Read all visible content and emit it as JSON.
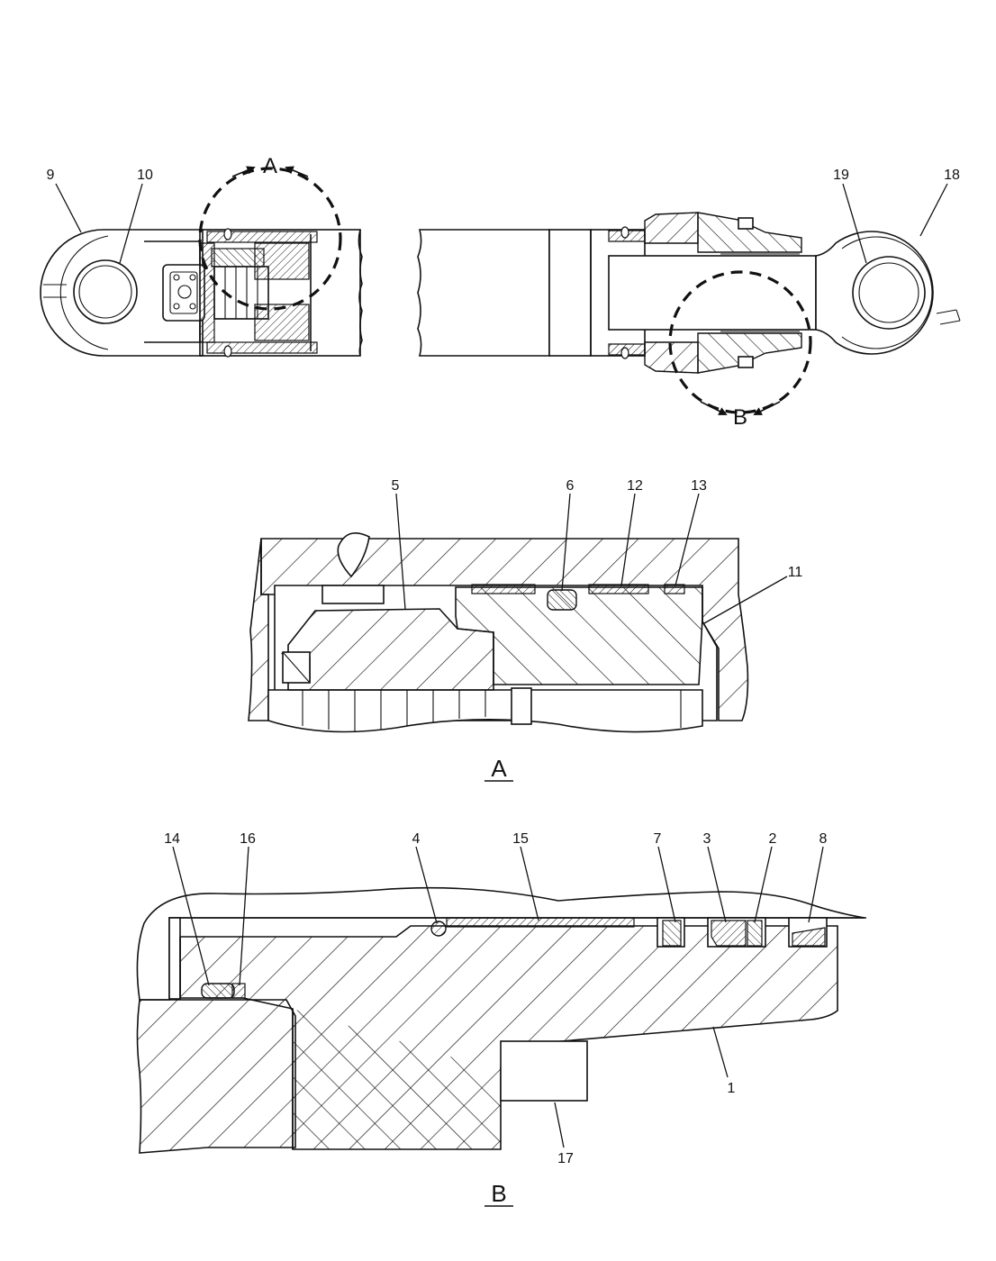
{
  "callouts": {
    "c9": "9",
    "c10": "10",
    "c19": "19",
    "c18": "18",
    "c5": "5",
    "c6": "6",
    "c12": "12",
    "c13": "13",
    "c11": "11",
    "c14": "14",
    "c16": "16",
    "c4": "4",
    "c15": "15",
    "c7": "7",
    "c3": "3",
    "c2": "2",
    "c8": "8",
    "c1": "1",
    "c17": "17"
  },
  "detail_markers": {
    "a": "A",
    "b": "B"
  },
  "views": {
    "detail_a_title": "A",
    "detail_b_title": "B"
  }
}
